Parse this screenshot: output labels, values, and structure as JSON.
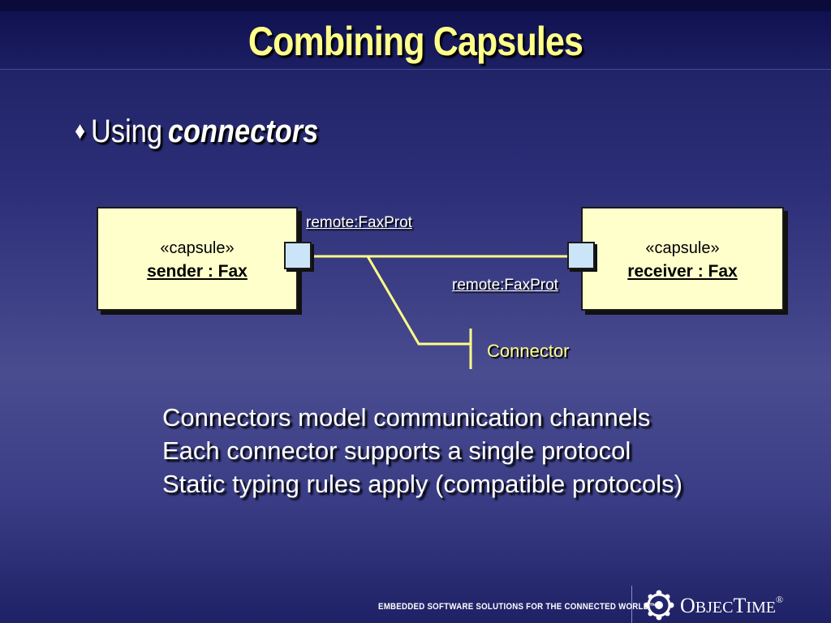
{
  "slide": {
    "title": "Combining Capsules",
    "bullet": {
      "marker": "♦",
      "text": "Using",
      "emphasis": "connectors"
    }
  },
  "diagram": {
    "sender": {
      "stereotype": "«capsule»",
      "name": "sender : Fax",
      "port_label": "remote:FaxProt"
    },
    "receiver": {
      "stereotype": "«capsule»",
      "name": "receiver : Fax",
      "port_label": "remote:FaxProt"
    },
    "connector_label": "Connector",
    "colors": {
      "capsule_fill": "#ffffcc",
      "port_fill": "#cce4f7",
      "connector_line": "#ffff88"
    }
  },
  "statements": [
    "Connectors model communication channels",
    "Each connector supports a single protocol",
    "Static typing rules apply (compatible protocols)"
  ],
  "footer": {
    "tagline": "EMBEDDED SOFTWARE SOLUTIONS FOR THE CONNECTED WORLD™",
    "logo": {
      "icon": "objectime-logo-icon",
      "o": "O",
      "bject": "BJEC",
      "t": "T",
      "ime": "IME",
      "registered": "®"
    }
  },
  "theme": {
    "title_color": "#ffff8a",
    "text_color": "#ffffff"
  }
}
